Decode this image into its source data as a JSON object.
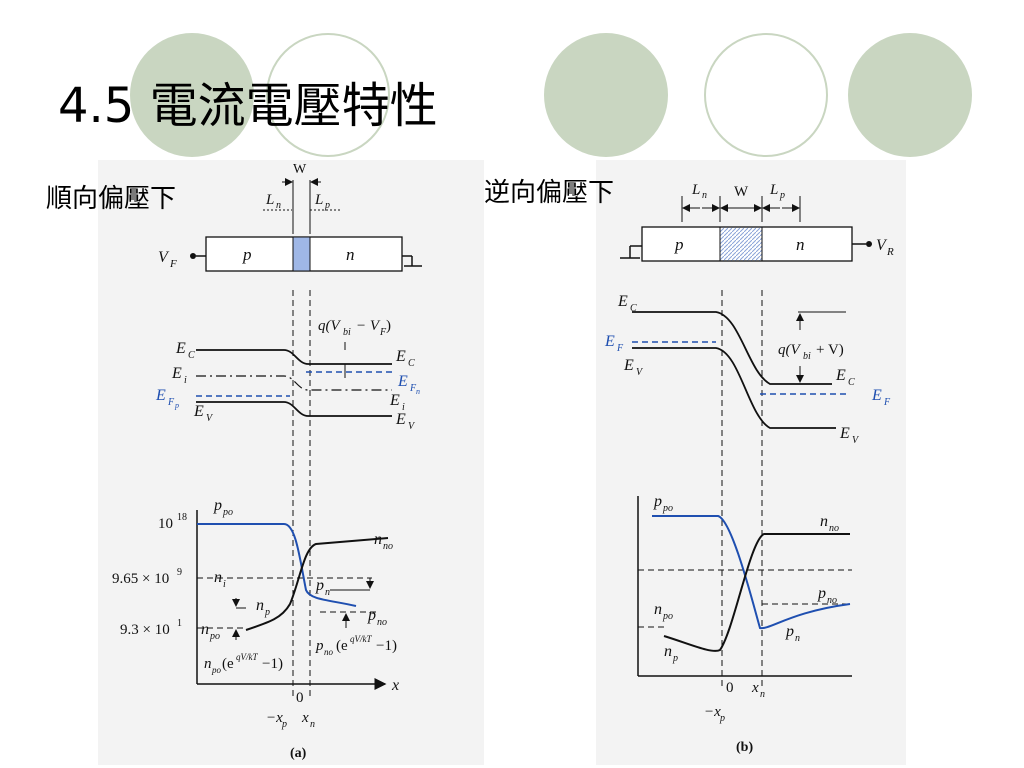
{
  "title": {
    "num": "4.5",
    "text": "電流電壓特性"
  },
  "forward": {
    "heading": "順向偏壓下",
    "caption": "(a)",
    "bias": "V",
    "bias_sub": "F",
    "p": "p",
    "n": "n",
    "W": "W",
    "Ln": "L",
    "Ln_sub": "n",
    "Lp": "L",
    "Lp_sub": "p",
    "qv": "q(V",
    "qv_sub": "bi",
    "qv_rest": "− V",
    "qv_sub2": "F",
    "qv_close": ")",
    "Ec": "E",
    "Ec_sub": "C",
    "Ei": "E",
    "Ei_sub": "i",
    "Efp": "E",
    "Efp_sub": "F",
    "Efp_subsub": "p",
    "Ev": "E",
    "Ev_sub": "V",
    "Ec_r": "E",
    "Ec_r_sub": "C",
    "Efn_r": "E",
    "Efn_r_sub": "F",
    "Efn_r_subsub": "n",
    "Ei_r": "E",
    "Ei_r_sub": "i",
    "Ev_r": "E",
    "Ev_r_sub": "V",
    "ppo": "p",
    "ppo_sub": "po",
    "nno": "n",
    "nno_sub": "no",
    "ni": "n",
    "ni_sub": "i",
    "pn": "p",
    "pn_sub": "n",
    "np": "n",
    "np_sub": "p",
    "pno": "p",
    "pno_sub": "no",
    "npo": "n",
    "npo_sub": "po",
    "y1": "10",
    "y1_exp": "18",
    "y2": "9.65 × 10",
    "y2_exp": "9",
    "y3": "9.3 × 10",
    "y3_exp": "1",
    "inj_n": "n",
    "inj_n_sub": "po",
    "inj_n_rest": "(e",
    "inj_n_exp": "qV/kT",
    "inj_n_end": "−1)",
    "inj_p": "p",
    "inj_p_sub": "no",
    "inj_p_rest": "(e",
    "inj_p_exp": "qV/kT",
    "inj_p_end": "−1)",
    "x": "x",
    "zero": "0",
    "xp": "−x",
    "xp_sub": "p",
    "xn": "x",
    "xn_sub": "n"
  },
  "reverse": {
    "heading": "逆向偏壓下",
    "caption": "(b)",
    "bias": "V",
    "bias_sub": "R",
    "p": "p",
    "n": "n",
    "W": "W",
    "Ln": "L",
    "Ln_sub": "n",
    "Lp": "L",
    "Lp_sub": "p",
    "Ec": "E",
    "Ec_sub": "C",
    "Ef": "E",
    "Ef_sub": "F",
    "Ev": "E",
    "Ev_sub": "V",
    "qv": "q(V",
    "qv_sub": "bi",
    "qv_rest": "+ V)",
    "Ec_r": "E",
    "Ec_r_sub": "C",
    "Ef_r": "E",
    "Ef_r_sub": "F",
    "Ev_r": "E",
    "Ev_r_sub": "V",
    "ppo": "p",
    "ppo_sub": "po",
    "nno": "n",
    "nno_sub": "no",
    "pno": "p",
    "pno_sub": "no",
    "npo": "n",
    "npo_sub": "po",
    "pn": "p",
    "pn_sub": "n",
    "np": "n",
    "np_sub": "p",
    "zero": "0",
    "xn": "x",
    "xn_sub": "n",
    "xp": "−x",
    "xp_sub": "p"
  },
  "colors": {
    "circle": "#c9d6c1",
    "blue": "#1f4fb0",
    "depletion": "#9fb7e6"
  }
}
